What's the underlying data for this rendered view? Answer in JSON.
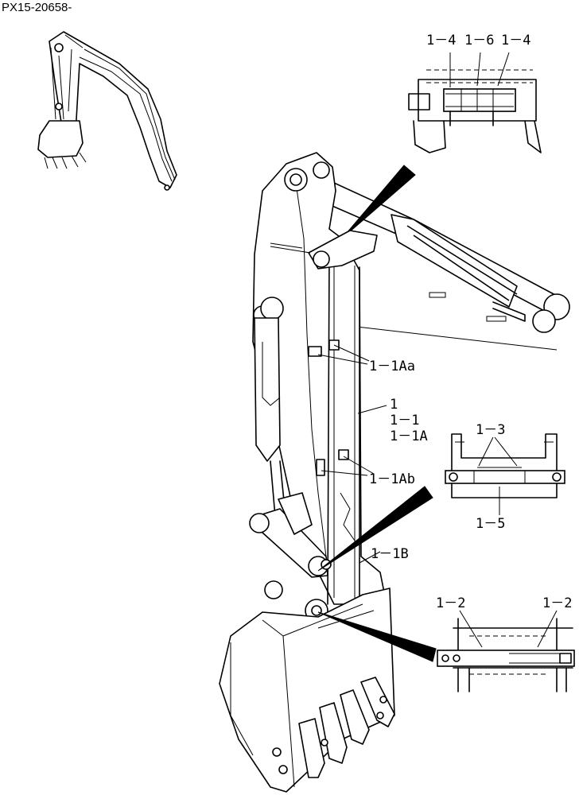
{
  "document_id": "PX15-20658-",
  "callouts": {
    "top_left_a": "1－4",
    "top_mid": "1－6",
    "top_right": "1－4",
    "label_1Aa": "1－1Aa",
    "label_1": "1",
    "label_1_1": "1－1",
    "label_1_1A": "1－1A",
    "label_1Ab": "1－1Ab",
    "label_1_3": "1－3",
    "label_1_5": "1－5",
    "label_1B": "1－1B",
    "label_1_2_left": "1－2",
    "label_1_2_right": "1－2"
  }
}
